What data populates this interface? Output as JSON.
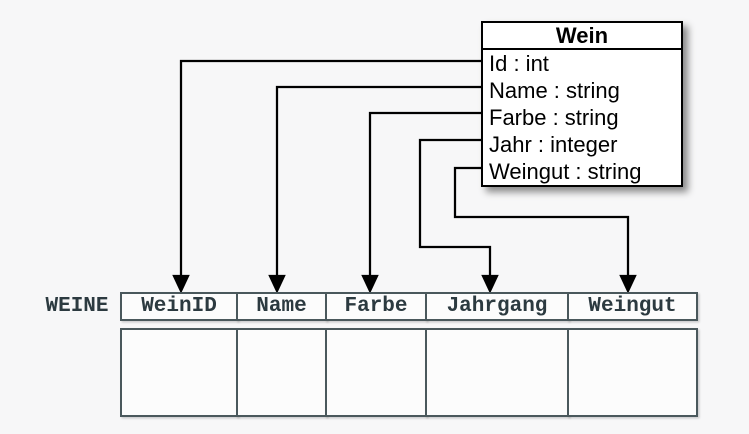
{
  "page": {
    "background_color": "#f7f7f8"
  },
  "class_box": {
    "title": "Wein",
    "attributes": [
      "Id : int",
      "Name : string",
      "Farbe : string",
      "Jahr : integer",
      "Weingut : string"
    ]
  },
  "table": {
    "name_label": "WEINE",
    "columns": [
      "WeinID",
      "Name",
      "Farbe",
      "Jahrgang",
      "Weingut"
    ],
    "empty_body_rows": 1
  },
  "mappings": [
    {
      "from": "Id",
      "to": "WeinID"
    },
    {
      "from": "Name",
      "to": "Name"
    },
    {
      "from": "Farbe",
      "to": "Farbe"
    },
    {
      "from": "Jahr",
      "to": "Jahrgang"
    },
    {
      "from": "Weingut",
      "to": "Weingut"
    }
  ],
  "colors": {
    "background": "#f7f7f8",
    "connector": "#000000",
    "class_border": "#000000",
    "class_fill": "#ffffff",
    "table_border": "#4a585c",
    "table_text": "#2c3a40",
    "cell_fill": "#fcfcfc"
  }
}
